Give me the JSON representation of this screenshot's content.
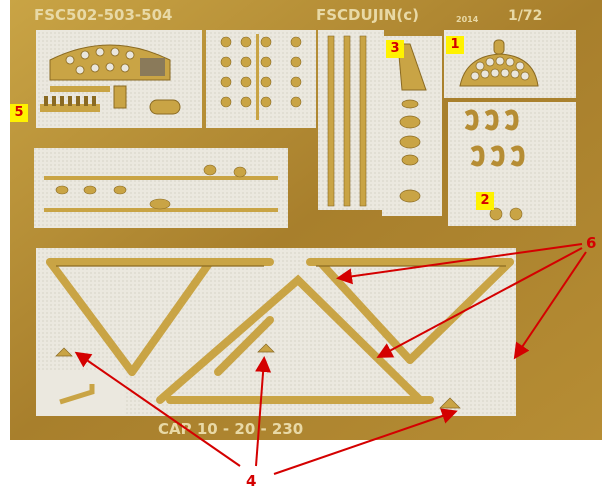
{
  "fret": {
    "code": "FSC502-503-504",
    "maker": "FSCDUJIN(c)",
    "year": "2014",
    "scale": "1/72",
    "title": "CAP 10 - 20 - 230"
  },
  "labels": {
    "part_1": "1",
    "part_2": "2",
    "part_3": "3",
    "part_5": "5",
    "callout_4": "4",
    "callout_6": "6"
  },
  "colors": {
    "brass": "#c59a3a",
    "brass_dark": "#8a6a22",
    "carrier": "#d8c79a",
    "panel_bg": "#e9e6dd",
    "tag_bg": "#fff200",
    "tag_text": "#d40000",
    "arrow": "#d40000"
  }
}
